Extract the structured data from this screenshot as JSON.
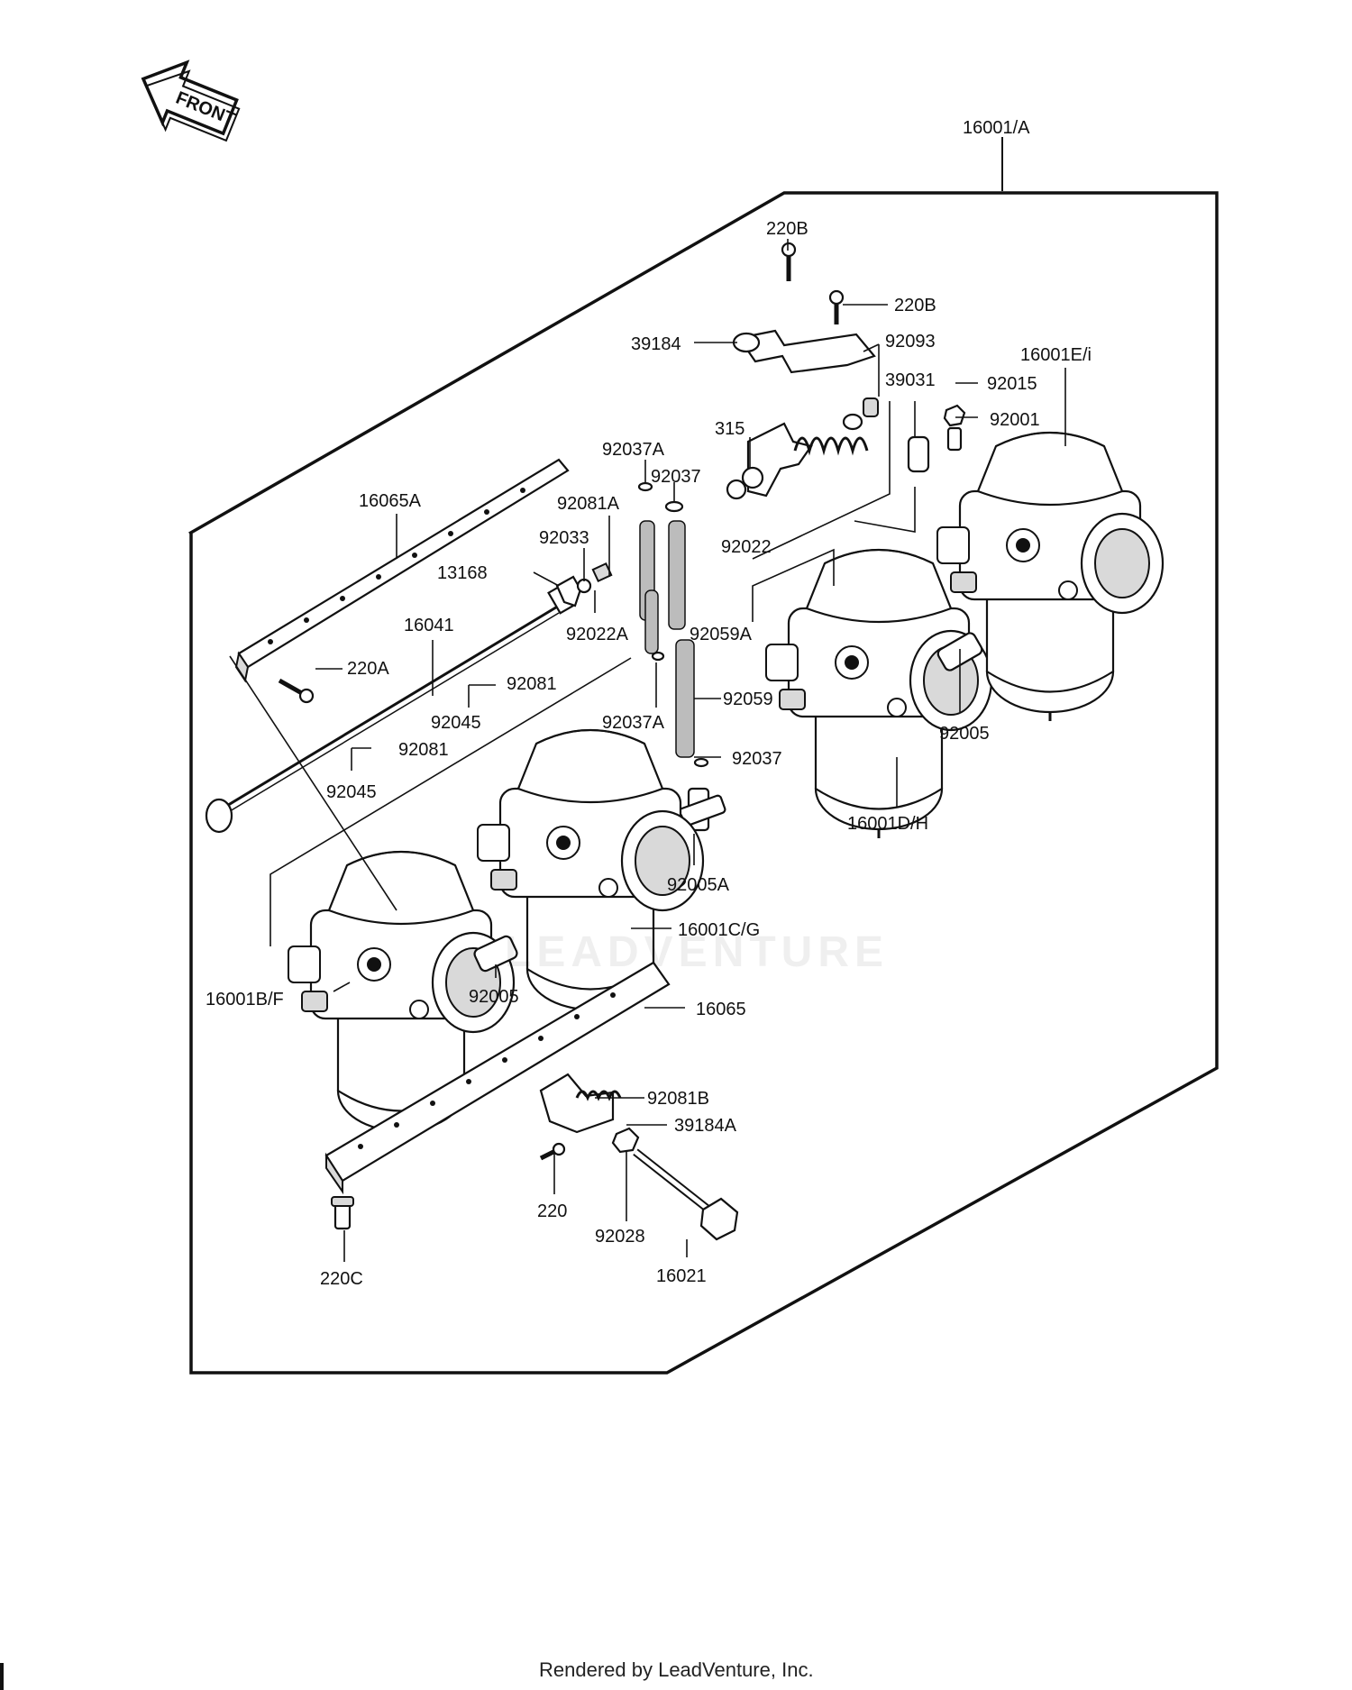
{
  "front_badge": "FRONT",
  "callouts": [
    {
      "id": "16001-a",
      "text": "16001/A"
    },
    {
      "id": "220b-1",
      "text": "220B"
    },
    {
      "id": "220b-2",
      "text": "220B"
    },
    {
      "id": "39184",
      "text": "39184"
    },
    {
      "id": "92093",
      "text": "92093"
    },
    {
      "id": "16001e-i",
      "text": "16001E/i"
    },
    {
      "id": "39031",
      "text": "39031"
    },
    {
      "id": "92015",
      "text": "92015"
    },
    {
      "id": "92001",
      "text": "92001"
    },
    {
      "id": "315",
      "text": "315"
    },
    {
      "id": "92037a-1",
      "text": "92037A"
    },
    {
      "id": "92037-1",
      "text": "92037"
    },
    {
      "id": "92081a",
      "text": "92081A"
    },
    {
      "id": "92022",
      "text": "92022"
    },
    {
      "id": "16065a",
      "text": "16065A"
    },
    {
      "id": "92033",
      "text": "92033"
    },
    {
      "id": "13168",
      "text": "13168"
    },
    {
      "id": "92022a",
      "text": "92022A"
    },
    {
      "id": "92059a",
      "text": "92059A"
    },
    {
      "id": "16041",
      "text": "16041"
    },
    {
      "id": "220a",
      "text": "220A"
    },
    {
      "id": "92081-1",
      "text": "92081"
    },
    {
      "id": "92045-1",
      "text": "92045"
    },
    {
      "id": "92037a-2",
      "text": "92037A"
    },
    {
      "id": "92059",
      "text": "92059"
    },
    {
      "id": "92005-1",
      "text": "92005"
    },
    {
      "id": "92081-2",
      "text": "92081"
    },
    {
      "id": "92045-2",
      "text": "92045"
    },
    {
      "id": "92037-2",
      "text": "92037"
    },
    {
      "id": "16001d-h",
      "text": "16001D/H"
    },
    {
      "id": "92005a",
      "text": "92005A"
    },
    {
      "id": "16001c-g",
      "text": "16001C/G"
    },
    {
      "id": "16001b-f",
      "text": "16001B/F"
    },
    {
      "id": "92005-2",
      "text": "92005"
    },
    {
      "id": "16065",
      "text": "16065"
    },
    {
      "id": "92081b",
      "text": "92081B"
    },
    {
      "id": "39184a",
      "text": "39184A"
    },
    {
      "id": "220",
      "text": "220"
    },
    {
      "id": "92028",
      "text": "92028"
    },
    {
      "id": "16021",
      "text": "16021"
    },
    {
      "id": "220c",
      "text": "220C"
    }
  ],
  "watermark": "LEADVENTURE",
  "footer": "Rendered by LeadVenture, Inc.",
  "colors": {
    "ink": "#111111",
    "background": "#ffffff"
  }
}
